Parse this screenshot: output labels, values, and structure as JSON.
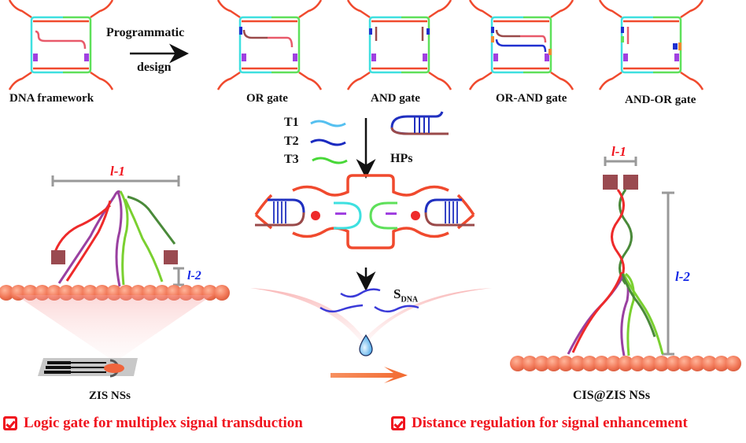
{
  "top_row": {
    "frameworks": [
      {
        "label": "DNA framework"
      },
      {
        "label": "OR gate"
      },
      {
        "label": "AND gate"
      },
      {
        "label": "OR-AND gate"
      },
      {
        "label": "AND-OR gate"
      }
    ],
    "arrow_label_top": "Programmatic",
    "arrow_label_bottom": "design"
  },
  "middle": {
    "triggers": [
      "T1",
      "T2",
      "T3"
    ],
    "hairpins_label": "HPs",
    "signal_label_main": "S",
    "signal_label_sub": "DNA"
  },
  "left_panel": {
    "distance1_label": "l-1",
    "distance2_label": "l-2",
    "caption": "ZIS NSs"
  },
  "right_panel": {
    "distance1_label": "l-1",
    "distance2_label": "l-2",
    "caption": "CIS@ZIS NSs"
  },
  "footer": {
    "left": "Logic gate for multiplex signal transduction",
    "right": "Distance regulation for signal enhancement"
  },
  "colors": {
    "red_strand": "#f04a2e",
    "cyan": "#3ee0e0",
    "green": "#5ee05a",
    "purple": "#a040e0",
    "blue": "#2030d0",
    "brown": "#9a4a4a",
    "orange": "#f08a30",
    "label_red": "#f0141e",
    "label_blue": "#1428e6"
  }
}
